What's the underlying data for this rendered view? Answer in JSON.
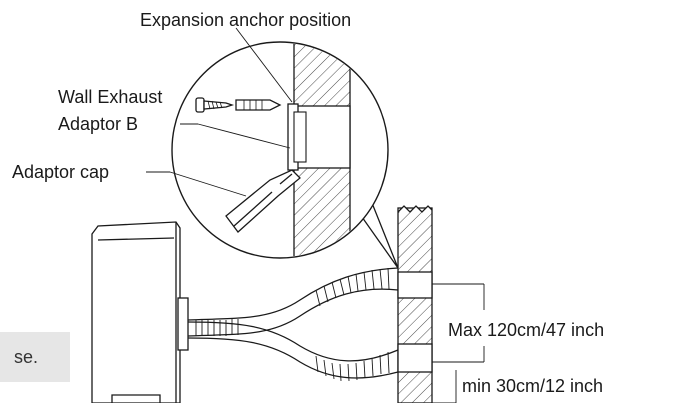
{
  "labels": {
    "expansion_anchor": "Expansion anchor position",
    "wall_exhaust_line1": "Wall Exhaust",
    "wall_exhaust_line2": "Adaptor B",
    "adaptor_cap": "Adaptor cap",
    "max_height": "Max 120cm/47 inch",
    "min_height": "min  30cm/12 inch"
  },
  "side_tab": {
    "text": "se."
  }
}
